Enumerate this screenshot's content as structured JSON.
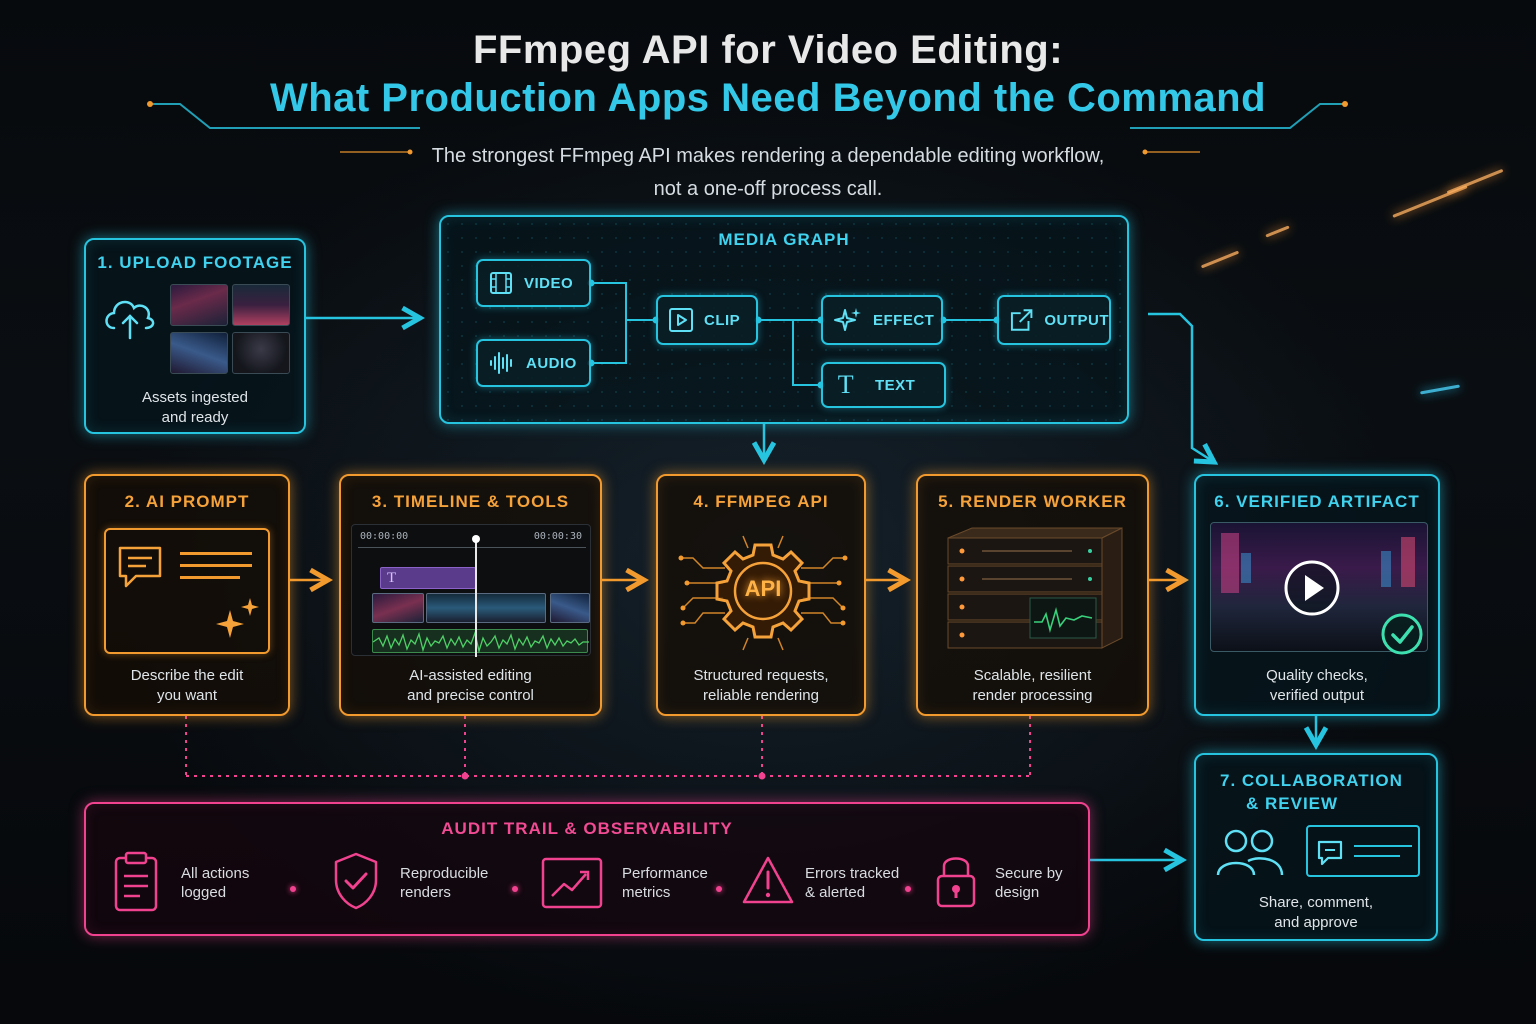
{
  "header": {
    "title_line1": "FFmpeg API for Video Editing:",
    "title_line2": "What Production Apps Need Beyond the Command",
    "subtitle_line1": "The strongest FFmpeg API makes rendering a dependable editing workflow,",
    "subtitle_line2": "not a one-off process call."
  },
  "upload": {
    "title": "1. UPLOAD FOOTAGE",
    "caption_line1": "Assets ingested",
    "caption_line2": "and ready"
  },
  "media_graph": {
    "title": "MEDIA GRAPH",
    "nodes": {
      "video": "VIDEO",
      "audio": "AUDIO",
      "clip": "CLIP",
      "effect": "EFFECT",
      "text": "TEXT",
      "output": "OUTPUT"
    }
  },
  "steps": {
    "ai_prompt": {
      "title": "2. AI PROMPT",
      "caption_line1": "Describe the edit",
      "caption_line2": "you want"
    },
    "timeline": {
      "title": "3. TIMELINE & TOOLS",
      "time_start": "00:00:00",
      "time_end": "00:00:30",
      "caption_line1": "AI-assisted editing",
      "caption_line2": "and precise control"
    },
    "ffmpeg_api": {
      "title": "4. FFMPEG API",
      "badge": "API",
      "caption_line1": "Structured requests,",
      "caption_line2": "reliable rendering"
    },
    "render_worker": {
      "title": "5. RENDER WORKER",
      "caption_line1": "Scalable, resilient",
      "caption_line2": "render processing"
    },
    "verified": {
      "title": "6. VERIFIED ARTIFACT",
      "caption_line1": "Quality checks,",
      "caption_line2": "verified output"
    },
    "collab": {
      "title_line1": "7. COLLABORATION",
      "title_line2": "& REVIEW",
      "caption_line1": "Share, comment,",
      "caption_line2": "and approve"
    }
  },
  "audit": {
    "title": "AUDIT TRAIL & OBSERVABILITY",
    "items": [
      {
        "line1": "All actions",
        "line2": "logged",
        "icon": "clipboard-icon"
      },
      {
        "line1": "Reproducible",
        "line2": "renders",
        "icon": "shield-check-icon"
      },
      {
        "line1": "Performance",
        "line2": "metrics",
        "icon": "chart-up-icon"
      },
      {
        "line1": "Errors tracked",
        "line2": "& alerted",
        "icon": "warning-icon"
      },
      {
        "line1": "Secure by",
        "line2": "design",
        "icon": "lock-icon"
      }
    ]
  },
  "colors": {
    "cyan": "#27c4e0",
    "orange": "#f29a2e",
    "pink": "#f0428f",
    "background": "#05070a"
  }
}
